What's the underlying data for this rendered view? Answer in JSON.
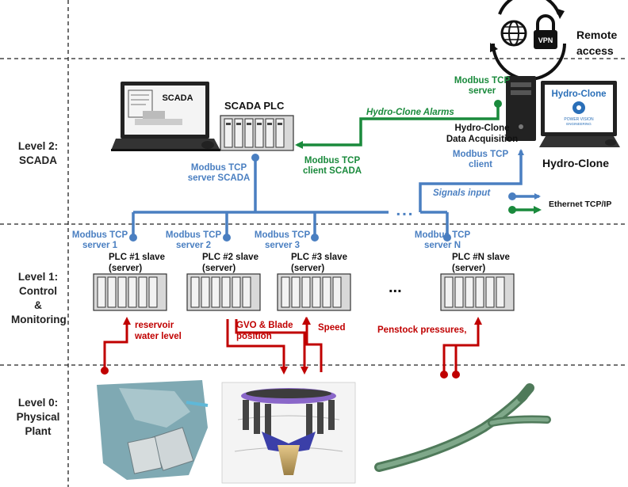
{
  "levels": {
    "level2": [
      "Level 2:",
      "SCADA"
    ],
    "level1": [
      "Level 1:",
      "Control",
      "&",
      "Monitoring"
    ],
    "level0": [
      "Level 0:",
      "Physical",
      "Plant"
    ]
  },
  "remote": {
    "line1": "Remote",
    "line2": "access",
    "vpn_label": "VPN"
  },
  "scada": {
    "screen_label": "SCADA",
    "plc_title": "SCADA PLC",
    "server_label": [
      "Modbus TCP",
      "server SCADA"
    ],
    "client_label": [
      "Modbus TCP",
      "client  SCADA"
    ]
  },
  "hydroclone": {
    "server_label": [
      "Modbus TCP",
      "server"
    ],
    "alarms": "Hydro-Clone Alarms",
    "data_acq": [
      "Hydro-Clone",
      "Data Acquisition"
    ],
    "client_label": [
      "Modbus TCP",
      "client"
    ],
    "name": "Hydro-Clone",
    "screen_title": "Hydro-Clone",
    "screen_sub": "POWER VISION",
    "screen_sub2": "ENGINEERING",
    "signals_input": "Signals input"
  },
  "legend": {
    "label": "Ethernet TCP/IP",
    "colors": {
      "blue": "#4a7fc1",
      "green": "#1a8a3c"
    }
  },
  "bus_dots": "▪ ▪ ▪",
  "ellipsis": "...",
  "plcs": [
    {
      "server": [
        "Modbus TCP",
        "server 1"
      ],
      "title": [
        "PLC #1 slave",
        "(server)"
      ]
    },
    {
      "server": [
        "Modbus TCP",
        "server 2"
      ],
      "title": [
        "PLC #2 slave",
        "(server)"
      ]
    },
    {
      "server": [
        "Modbus TCP",
        "server 3"
      ],
      "title": [
        "PLC #3 slave",
        "(server)"
      ]
    },
    {
      "server": [
        "Modbus TCP",
        "server N"
      ],
      "title": [
        "PLC #N slave",
        "(server)"
      ]
    }
  ],
  "signals": {
    "reservoir": [
      "reservoir",
      "water level"
    ],
    "gvo": [
      "GVO & Blade",
      "position"
    ],
    "speed": "Speed",
    "penstock": "Penstock pressures,"
  },
  "colors": {
    "blue": "#4a7fc1",
    "green": "#1a8a3c",
    "red": "#c00000"
  }
}
